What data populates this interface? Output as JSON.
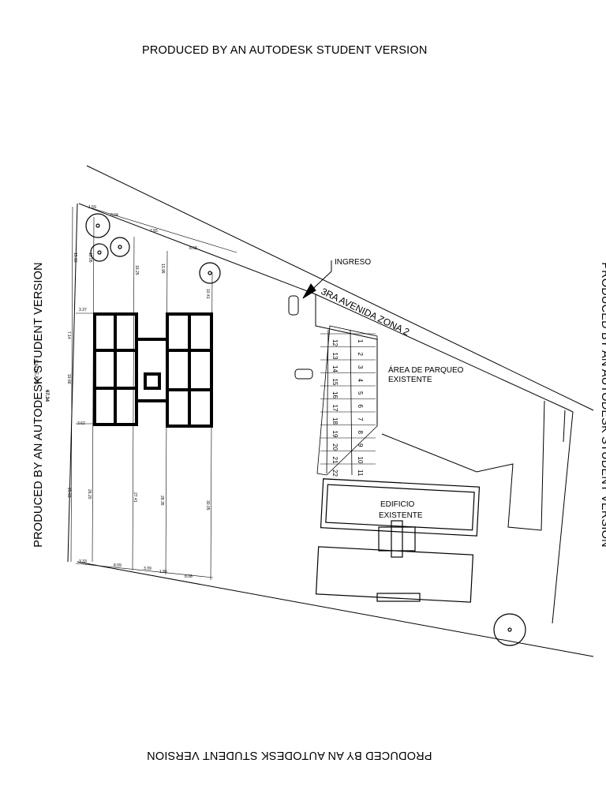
{
  "watermarks": {
    "top": "PRODUCED BY AN AUTODESK STUDENT VERSION",
    "bottom": "PRODUCED BY AN AUTODESK STUDENT VERSION",
    "left": "PRODUCED BY AN AUTODESK STUDENT VERSION",
    "right": "PRODUCED BY AN AUTODESK STUDENT VERSION"
  },
  "labels": {
    "ingreso": "INGRESO",
    "street": "3RA AVENIDA ZONA 2",
    "parking_line1": "ÁREA DE PARQUEO",
    "parking_line2": "EXISTENTE",
    "building_line1": "EDIFICIO",
    "building_line2": "EXISTENTE",
    "callejon": "CALLEJON",
    "callejon_dim": "67.34"
  },
  "parking": {
    "row_a": [
      "1",
      "2",
      "3",
      "4",
      "5",
      "6",
      "7",
      "8",
      "9",
      "10",
      "11"
    ],
    "row_b": [
      "12",
      "13",
      "14",
      "15",
      "16",
      "17",
      "18",
      "19",
      "20",
      "21",
      "22"
    ]
  },
  "dimensions": {
    "left_widths": [
      "3.37",
      "3.62",
      "3.33"
    ],
    "bottom": [
      "8.09",
      "3.39",
      "1.86",
      "8.08"
    ],
    "top_edge": [
      "1.59",
      "8.04",
      "7.55",
      "8.68"
    ],
    "vertical": [
      "15.10",
      "10.05",
      "16.25",
      "13.95",
      "10.41",
      "7.14",
      "19.66",
      "25.63",
      "26.20",
      "27.41",
      "28.35",
      "30.05"
    ]
  }
}
